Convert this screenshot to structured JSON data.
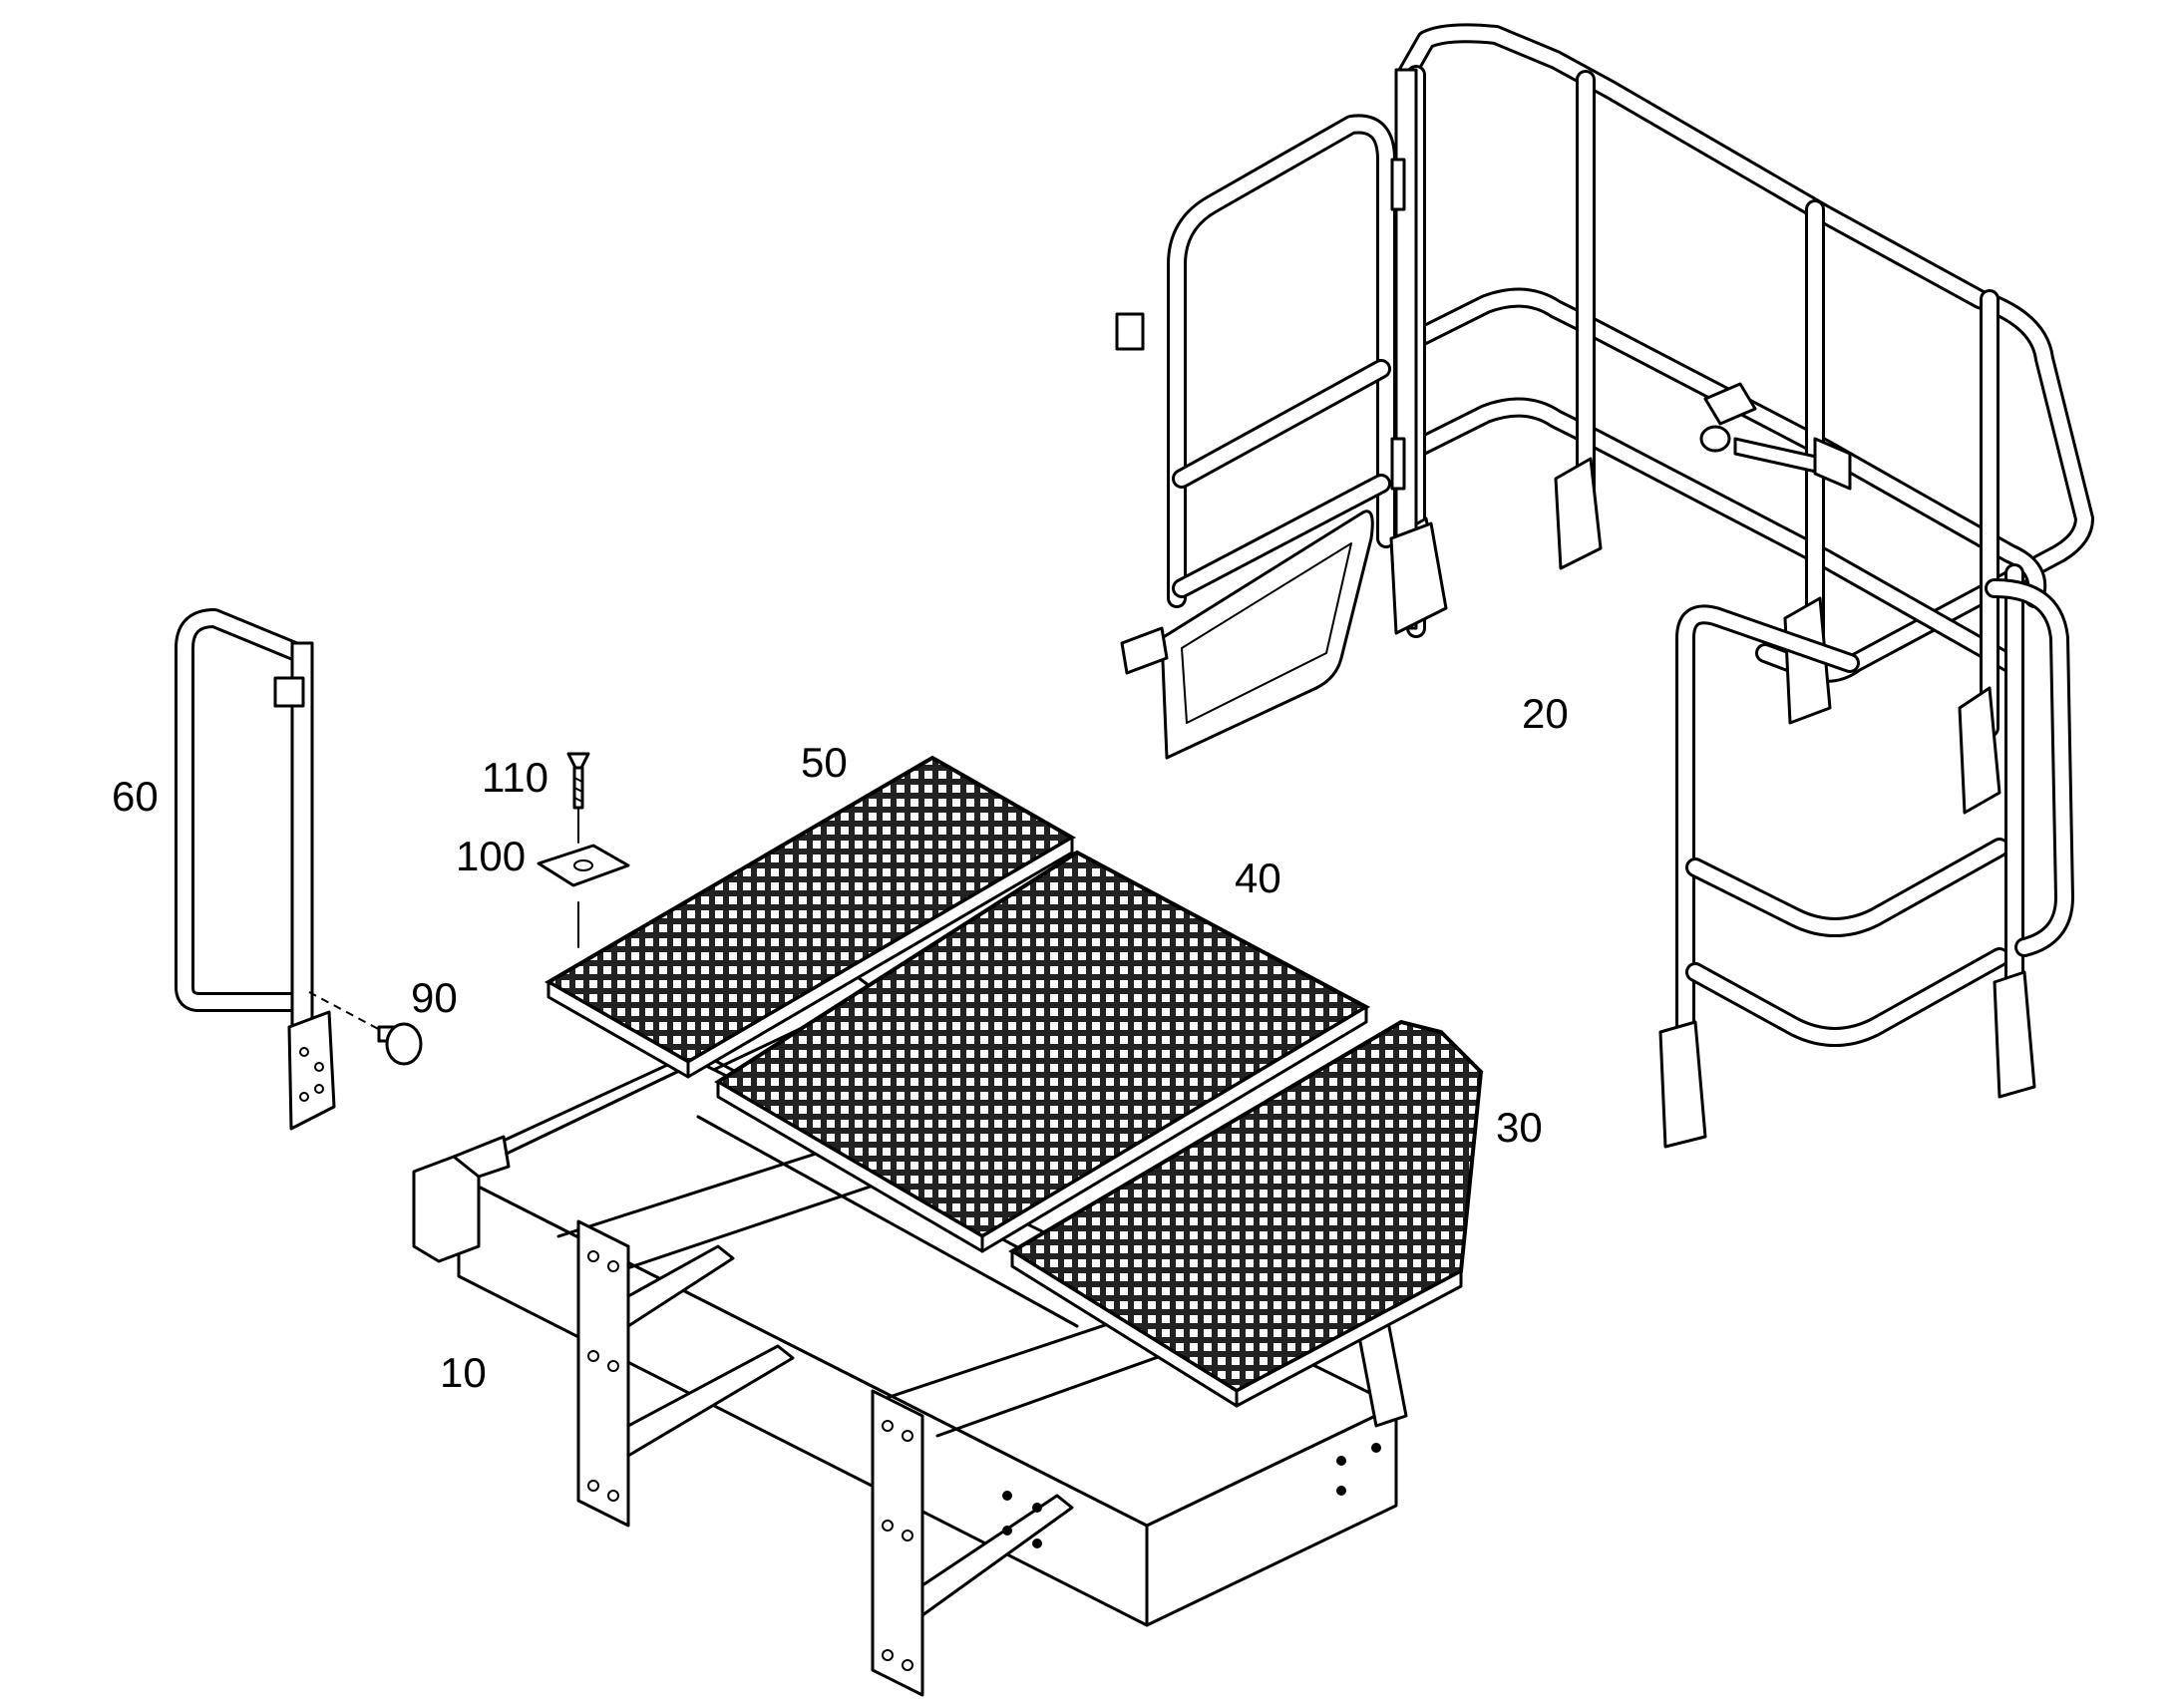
{
  "callouts": {
    "frame": "10",
    "railing": "20",
    "grating_corner": "30",
    "grating_large": "40",
    "grating_small": "50",
    "handrail": "60",
    "knob": "90",
    "washer_plate": "100",
    "screw": "110"
  },
  "colors": {
    "line": "#000000",
    "background": "#ffffff",
    "grating_fill": "#3a3a3a"
  }
}
